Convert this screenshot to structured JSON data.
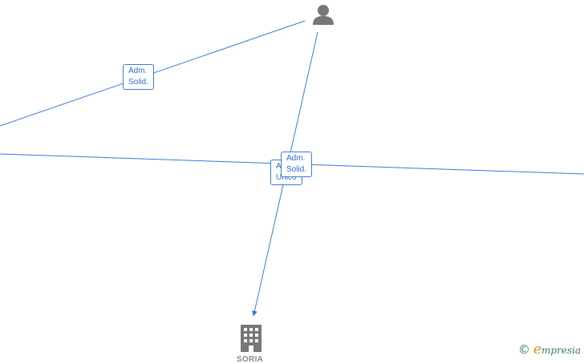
{
  "colors": {
    "edge": "#3a7bd5",
    "icon": "#777777",
    "label_text": "#2f6fc7"
  },
  "edges": [
    {
      "id": "e1",
      "label_line1": "Adm.",
      "label_line2": "Solid."
    },
    {
      "id": "e2",
      "label_line1": "Adm.",
      "label_line2": "Unico"
    },
    {
      "id": "e3",
      "label_line1": "Adm.",
      "label_line2": "Solid."
    }
  ],
  "nodes": {
    "person": {
      "icon": "person-icon"
    },
    "company": {
      "icon": "building-icon",
      "label": "SORIA"
    }
  },
  "watermark": {
    "copyright": "©",
    "brand_first": "e",
    "brand_rest": "mpresia"
  }
}
